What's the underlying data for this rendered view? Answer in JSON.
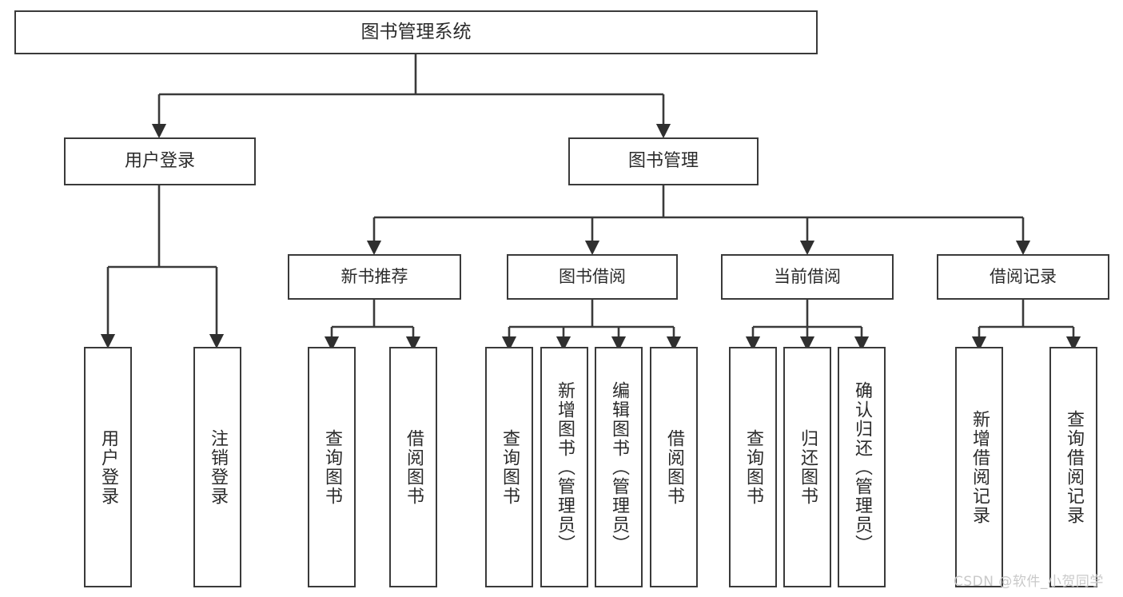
{
  "diagram": {
    "type": "tree",
    "title": "图书管理系统",
    "root": {
      "label": "图书管理系统"
    },
    "level1": [
      {
        "label": "用户登录"
      },
      {
        "label": "图书管理"
      }
    ],
    "level2": [
      {
        "label": "新书推荐"
      },
      {
        "label": "图书借阅"
      },
      {
        "label": "当前借阅"
      },
      {
        "label": "借阅记录"
      }
    ],
    "leaves": {
      "user_login": [
        {
          "label": "用户登录"
        },
        {
          "label": "注销登录"
        }
      ],
      "new_book_recommend": [
        {
          "label": "查询图书"
        },
        {
          "label": "借阅图书"
        }
      ],
      "book_borrow": [
        {
          "label": "查询图书"
        },
        {
          "label": "新增图书（管理员）"
        },
        {
          "label": "编辑图书（管理员）"
        },
        {
          "label": "借阅图书"
        }
      ],
      "current_borrow": [
        {
          "label": "查询图书"
        },
        {
          "label": "归还图书"
        },
        {
          "label": "确认归还（管理员）"
        }
      ],
      "borrow_record": [
        {
          "label": "新增借阅记录"
        },
        {
          "label": "查询借阅记录"
        }
      ]
    }
  },
  "watermark": {
    "text": "CSDN @软件_小贺同学"
  },
  "colors": {
    "border": "#3a3a3a",
    "text": "#2b2b2b",
    "background": "#ffffff",
    "watermark": "#c9c9c9"
  }
}
